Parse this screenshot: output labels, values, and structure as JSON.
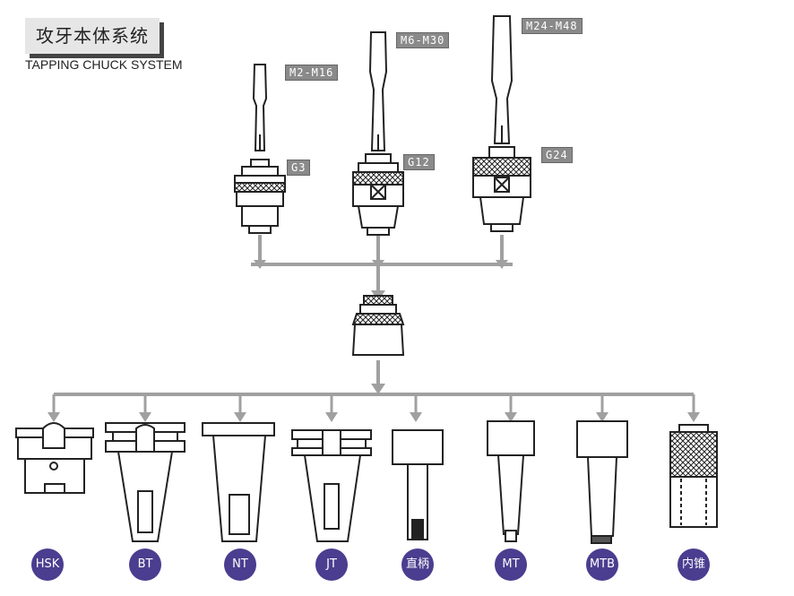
{
  "title": "攻牙本体系统",
  "subtitle": "TAPPING CHUCK SYSTEM",
  "tap_labels": [
    "M2-M16",
    "M6-M30",
    "M24-M48"
  ],
  "chuck_labels": [
    "G3",
    "G12",
    "G24"
  ],
  "shank_labels": [
    "HSK",
    "BT",
    "NT",
    "JT",
    "直柄",
    "MT",
    "MTB",
    "内锥"
  ],
  "colors": {
    "arrow": "#a0a0a0",
    "badge": "#4b3d8f",
    "label_bg": "#8a8a8a"
  }
}
